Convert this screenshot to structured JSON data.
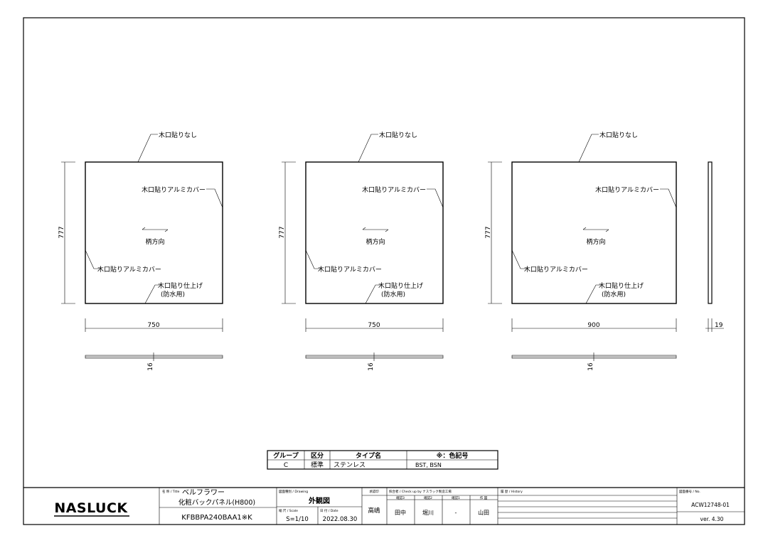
{
  "panels": [
    {
      "top_label": "木口貼りなし",
      "right_label": "木口貼りアルミカバー",
      "grain_label": "柄方向",
      "left_label": "木口貼りアルミカバー",
      "bottom_label_1": "木口貼り仕上げ",
      "bottom_label_2": "(防水用)",
      "height": "777",
      "width": "750",
      "thickness": "16"
    },
    {
      "top_label": "木口貼りなし",
      "right_label": "木口貼りアルミカバー",
      "grain_label": "柄方向",
      "left_label": "木口貼りアルミカバー",
      "bottom_label_1": "木口貼り仕上げ",
      "bottom_label_2": "(防水用)",
      "height": "777",
      "width": "750",
      "thickness": "16"
    },
    {
      "top_label": "木口貼りなし",
      "right_label": "木口貼りアルミカバー",
      "grain_label": "柄方向",
      "left_label": "木口貼りアルミカバー",
      "bottom_label_1": "木口貼り仕上げ",
      "bottom_label_2": "(防水用)",
      "height": "777",
      "width": "900",
      "thickness": "16"
    }
  ],
  "side_view": {
    "thickness": "19"
  },
  "spec_table": {
    "headers": [
      "グループ",
      "区分",
      "タイプ名",
      "※：色記号"
    ],
    "row": [
      "C",
      "標準",
      "ステンレス",
      "BST, BSN"
    ]
  },
  "title_block": {
    "logo": "NASLUCK",
    "title_caption": "名 称 / Title",
    "title_main": "ベルフラワー",
    "title_sub": "化粧バックパネル(H800)",
    "part_number": "KFBBPA240BAA1※K",
    "drawing_caption": "図面種別 / Drawing",
    "drawing_type": "外観図",
    "scale_caption": "縮 尺 / Scale",
    "scale": "S=1/10",
    "date_caption": "日 付 / Date",
    "date": "2022.08.30",
    "approver_caption": "承認印",
    "approver": "高嶋",
    "check_caption": "照合者 / Check up by ナスラック製造工場",
    "check_headers": [
      "確認3",
      "確認2",
      "確認1",
      "作 図"
    ],
    "check_names": [
      "田中",
      "堀川",
      "-",
      "山田"
    ],
    "history_caption": "履 歴 / History",
    "no_caption": "図面番号 / No.",
    "drawing_no": "ACW12748-01",
    "version": "ver. 4.30"
  }
}
